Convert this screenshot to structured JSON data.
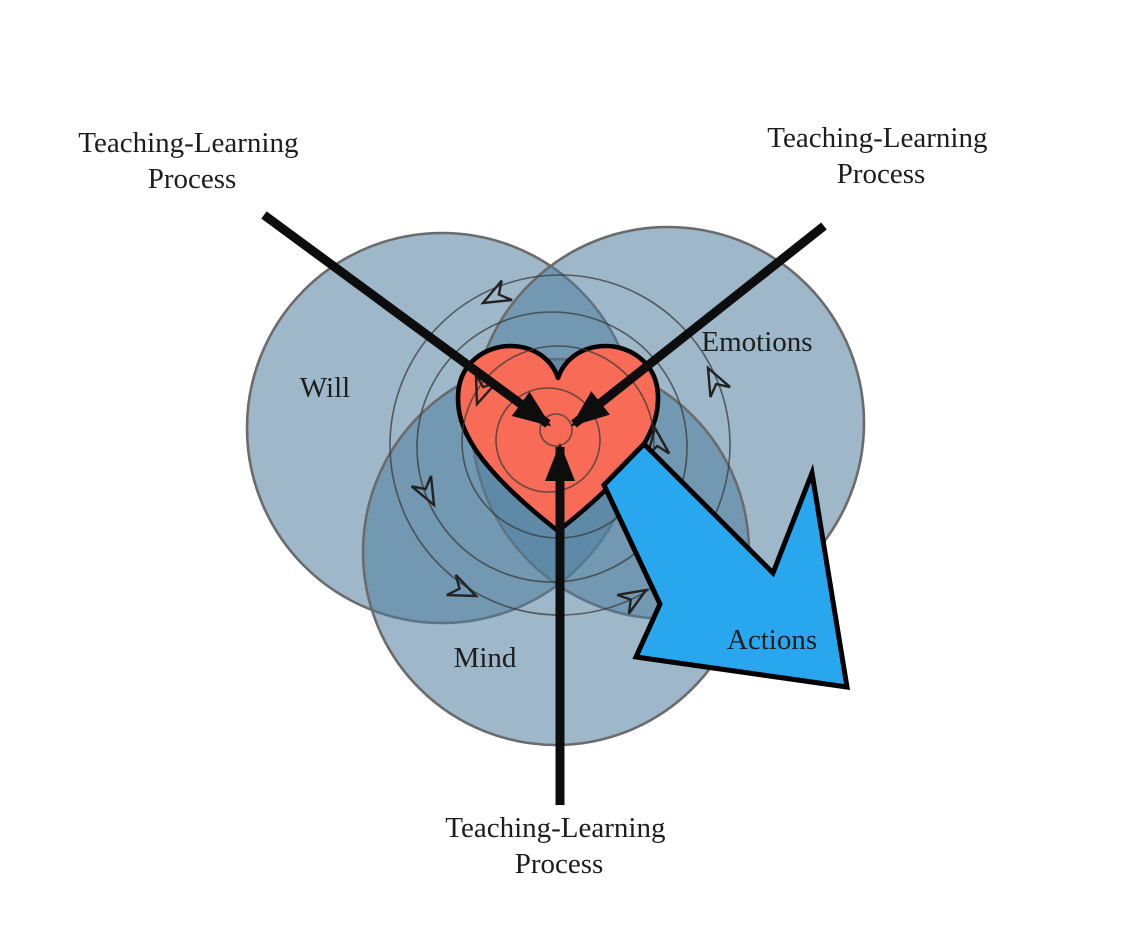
{
  "diagram": {
    "center_symbol": "heart",
    "process_labels": {
      "top_left": {
        "line1": "Teaching-Learning",
        "line2": "Process"
      },
      "top_right": {
        "line1": "Teaching-Learning",
        "line2": "Process"
      },
      "bottom": {
        "line1": "Teaching-Learning",
        "line2": "Process"
      }
    },
    "domains": [
      {
        "id": "will",
        "label": "Will"
      },
      {
        "id": "emotions",
        "label": "Emotions"
      },
      {
        "id": "mind",
        "label": "Mind"
      }
    ],
    "output_arrow": {
      "label": "Actions"
    },
    "colors": {
      "domain_circle_fill": "#4E7D9E",
      "domain_circle_stroke": "#6b6b6b",
      "heart_fill": "#F86B56",
      "action_arrow_fill": "#28A7EE",
      "input_arrow_black": "#0d0d0d",
      "cycle_line": "#3a3a3a",
      "text": "#1d1d1d",
      "background": "#ffffff"
    }
  }
}
